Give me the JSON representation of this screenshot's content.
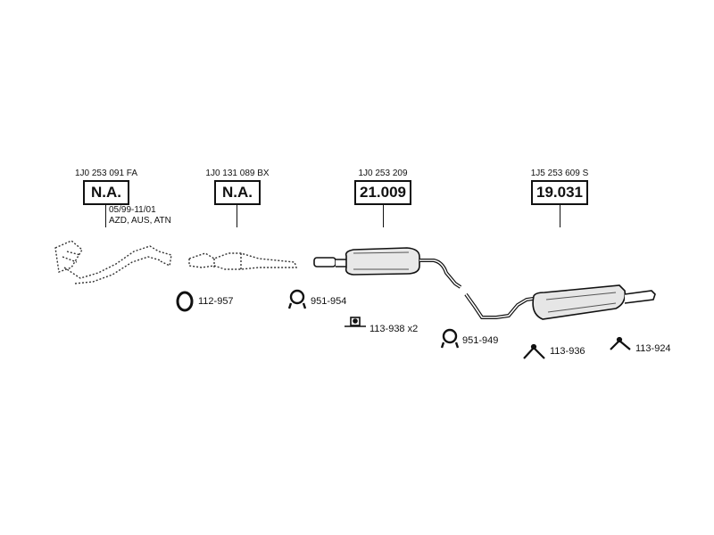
{
  "parts": [
    {
      "part_number": "1J0 253 091 FA",
      "code": "N.A."
    },
    {
      "part_number": "1J0 131 089 BX",
      "code": "N.A."
    },
    {
      "part_number": "1J0 253 209",
      "code": "21.009"
    },
    {
      "part_number": "1J5 253 609 S",
      "code": "19.031"
    }
  ],
  "note": {
    "line1": "05/99-11/01",
    "line2": "AZD, AUS, ATN"
  },
  "accessories": [
    {
      "code": "112-957",
      "icon": "gasket-ring-icon"
    },
    {
      "code": "951-954",
      "icon": "pipe-clamp-icon"
    },
    {
      "code": "113-938 x2",
      "icon": "rubber-mount-icon"
    },
    {
      "code": "951-949",
      "icon": "pipe-clamp-icon"
    },
    {
      "code": "113-936",
      "icon": "hanger-bracket-icon"
    },
    {
      "code": "113-924",
      "icon": "hanger-bracket-icon"
    }
  ]
}
